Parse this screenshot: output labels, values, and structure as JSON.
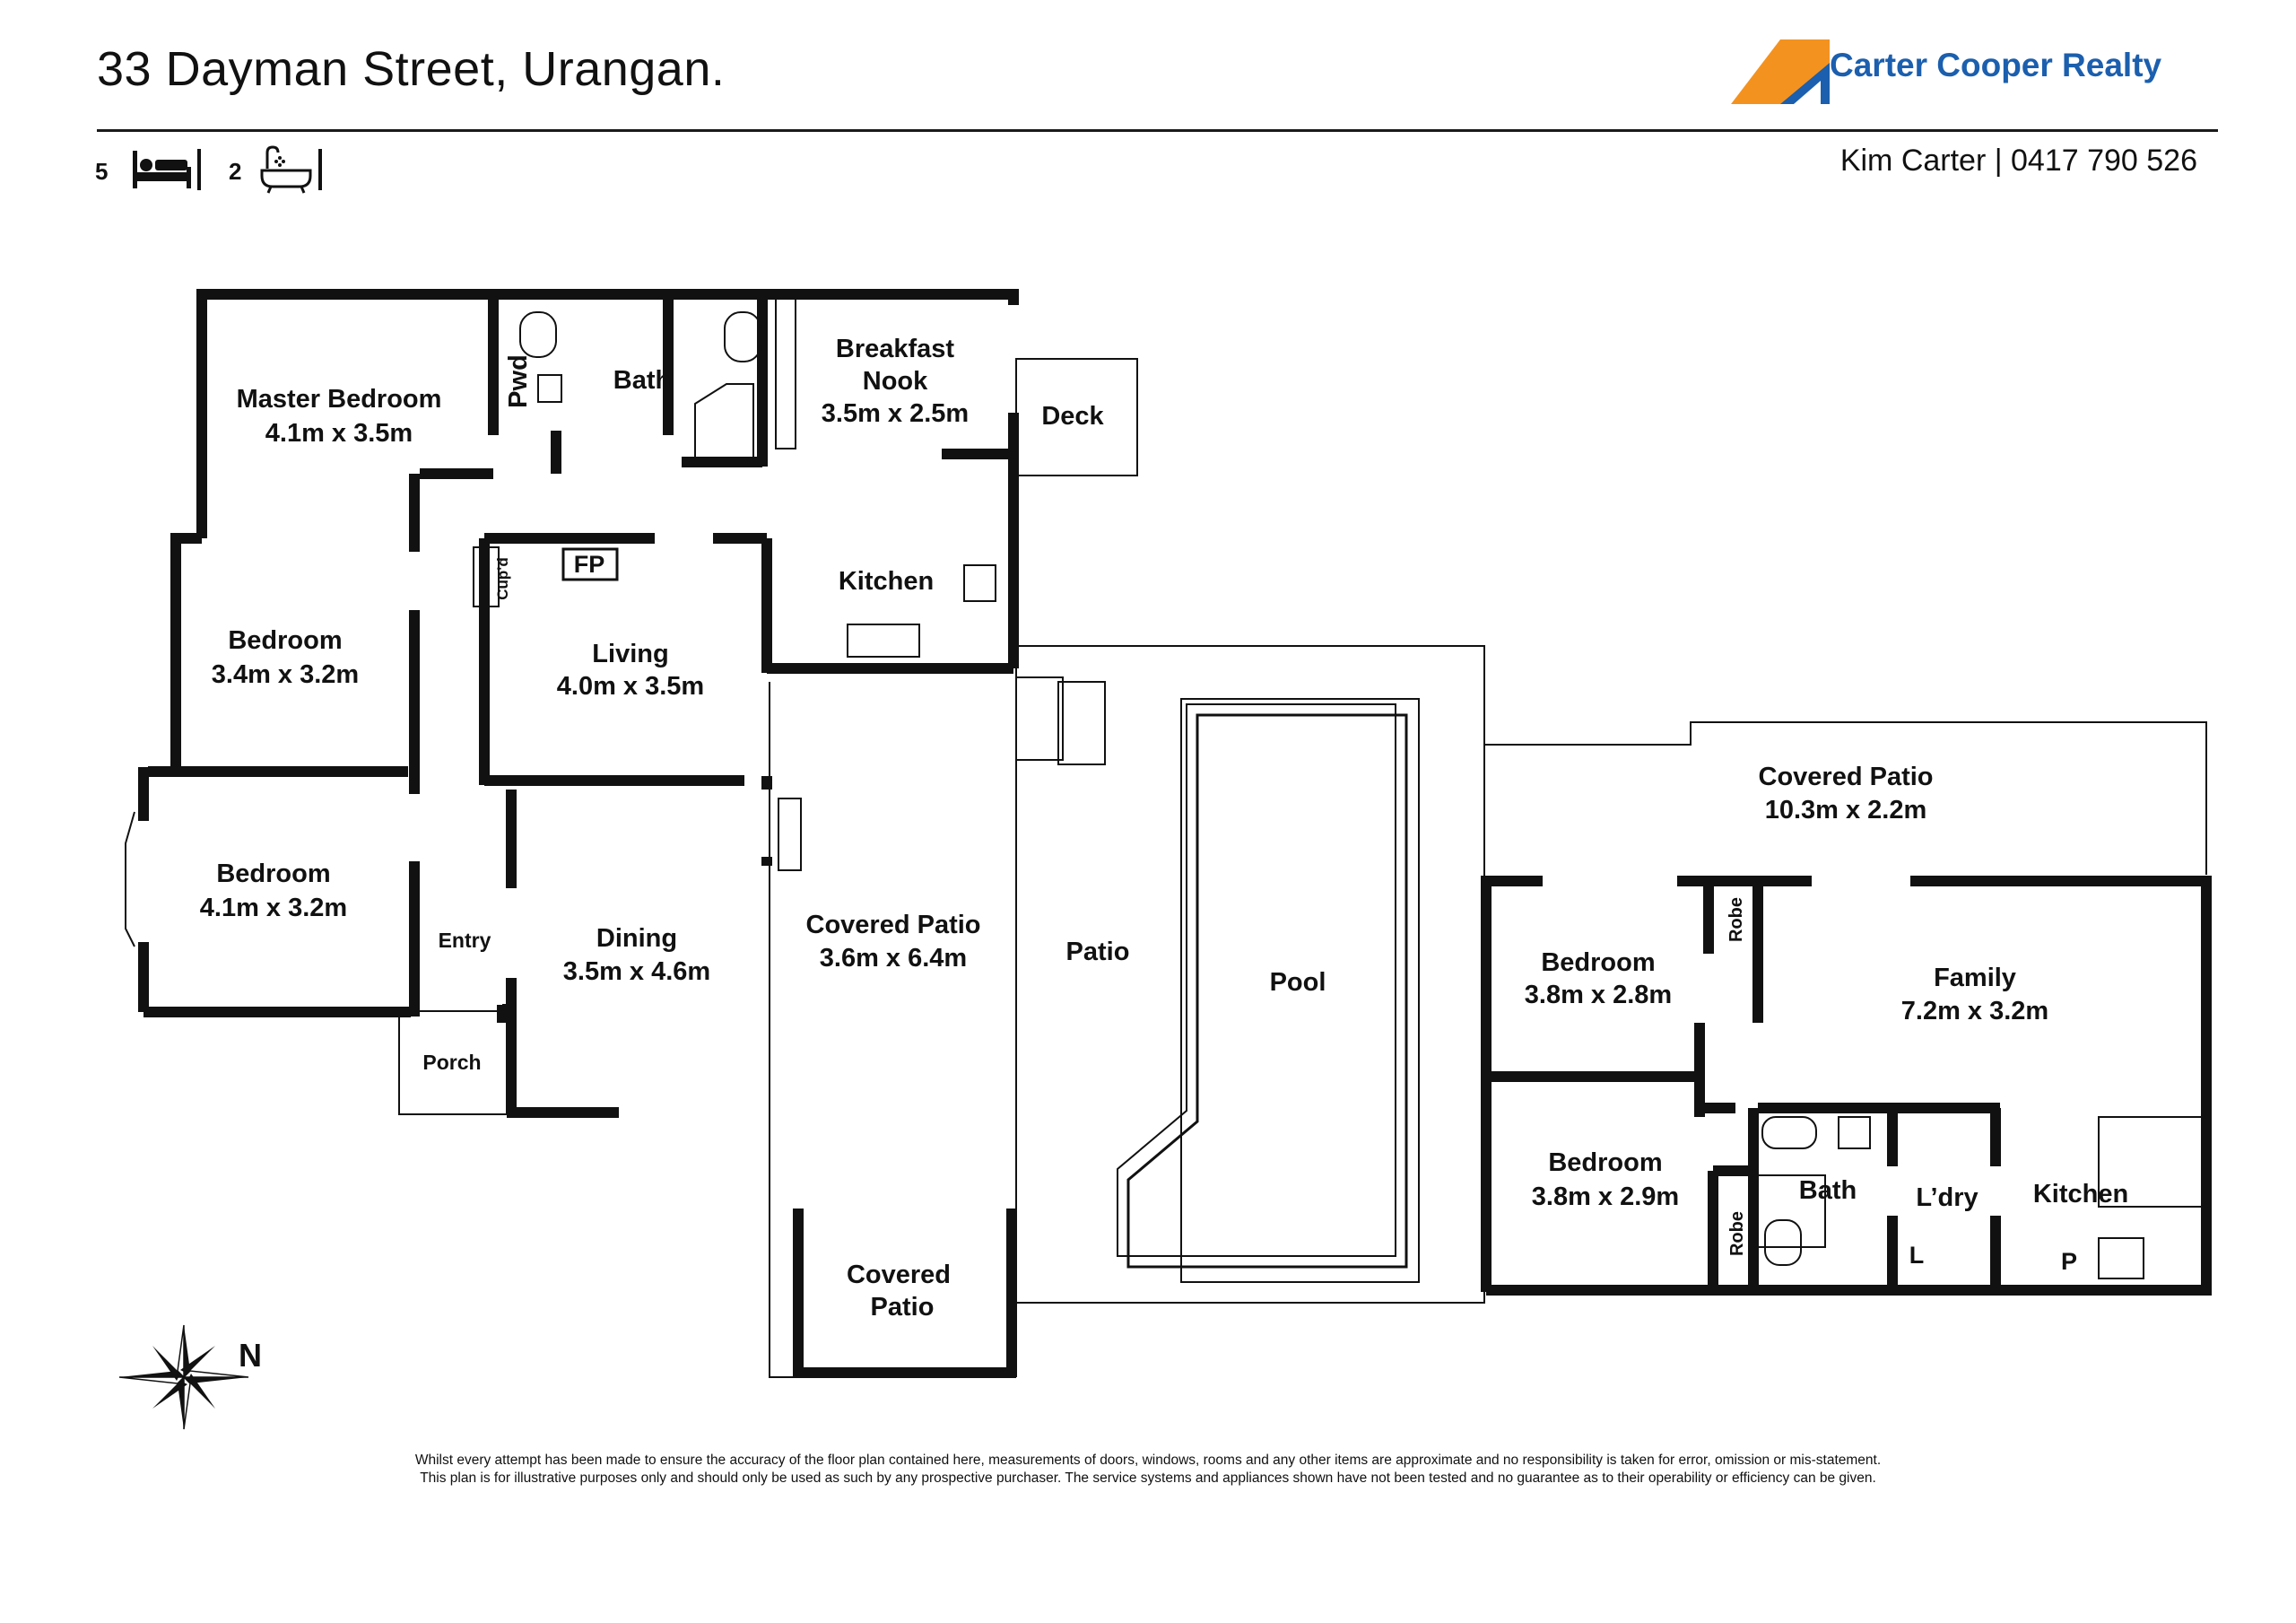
{
  "header": {
    "title": "33 Dayman Street, Urangan.",
    "brand": "Carter Cooper Realty",
    "contact": "Kim Carter | 0417 790 526",
    "bedrooms": "5",
    "bathrooms": "2",
    "brand_colors": {
      "orange": "#f4921f",
      "blue": "#1b5fae"
    }
  },
  "rooms": {
    "master_bedroom": {
      "name": "Master Bedroom",
      "size": "4.1m x 3.5m"
    },
    "pwd": "Pwd",
    "bath_main": "Bath",
    "breakfast_nook": {
      "name1": "Breakfast",
      "name2": "Nook",
      "size": "3.5m x 2.5m"
    },
    "deck": "Deck",
    "bedroom_2": {
      "name": "Bedroom",
      "size": "3.4m x 3.2m"
    },
    "cupd": "Cup'd",
    "fp": "FP",
    "kitchen_main": "Kitchen",
    "living": {
      "name": "Living",
      "size": "4.0m x 3.5m"
    },
    "bedroom_3": {
      "name": "Bedroom",
      "size": "4.1m x 3.2m"
    },
    "entry": "Entry",
    "dining": {
      "name": "Dining",
      "size": "3.5m x 4.6m"
    },
    "porch": "Porch",
    "covered_patio_1": {
      "name": "Covered Patio",
      "size": "3.6m x 6.4m"
    },
    "covered_patio_2": {
      "name1": "Covered",
      "name2": "Patio"
    },
    "patio": "Patio",
    "pool": "Pool",
    "covered_patio_3": {
      "name": "Covered Patio",
      "size": "10.3m x 2.2m"
    },
    "bedroom_4": {
      "name": "Bedroom",
      "size": "3.8m x 2.8m"
    },
    "robe_1": "Robe",
    "family": {
      "name": "Family",
      "size": "7.2m x 3.2m"
    },
    "bedroom_5": {
      "name": "Bedroom",
      "size": "3.8m x 2.9m"
    },
    "robe_2": "Robe",
    "bath_2": "Bath",
    "laundry": "L’dry",
    "l_mark": "L",
    "kitchen_2": "Kitchen",
    "p_mark": "P"
  },
  "compass": {
    "north": "N"
  },
  "disclaimer": {
    "line1": "Whilst every attempt has been made to ensure the accuracy of the floor plan contained here, measurements of doors, windows, rooms and any other items are approximate and no responsibility is taken for error, omission  or mis-statement.",
    "line2": "This plan is for illustrative purposes only and should only be used as such by any prospective purchaser. The service systems and appliances shown have not been tested and no guarantee as to their operability or efficiency can be given."
  }
}
